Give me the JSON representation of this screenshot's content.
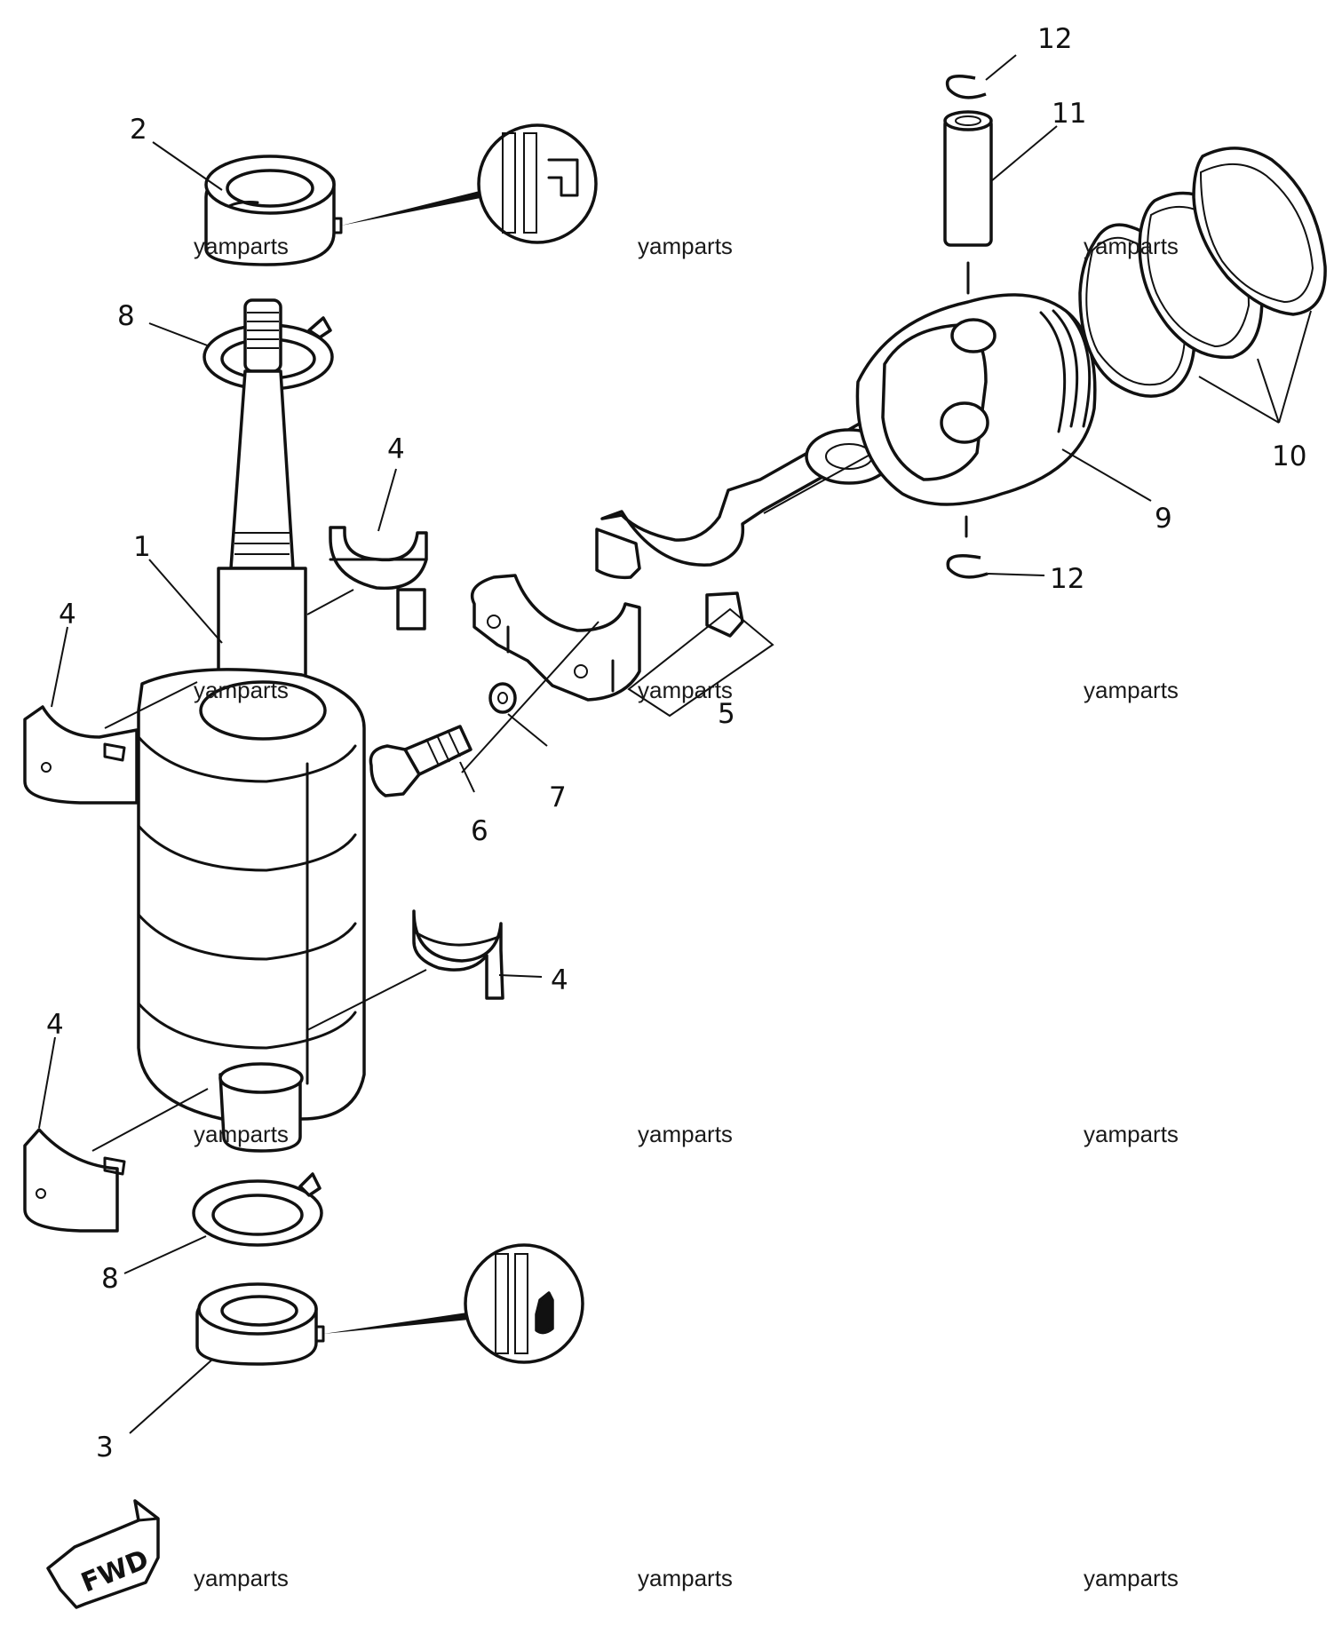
{
  "callouts": {
    "c1": "1",
    "c2": "2",
    "c3": "3",
    "c4a": "4",
    "c4b": "4",
    "c4c": "4",
    "c4d": "4",
    "c5": "5",
    "c6": "6",
    "c7": "7",
    "c8a": "8",
    "c8b": "8",
    "c9": "9",
    "c10": "10",
    "c11": "11",
    "c12a": "12",
    "c12b": "12"
  },
  "fwd_label": "FWD",
  "watermark": "yamparts",
  "colors": {
    "line": "#111111",
    "background": "#ffffff"
  },
  "icons": [
    "fwd-arrow-icon",
    "grease-detail-icon"
  ]
}
